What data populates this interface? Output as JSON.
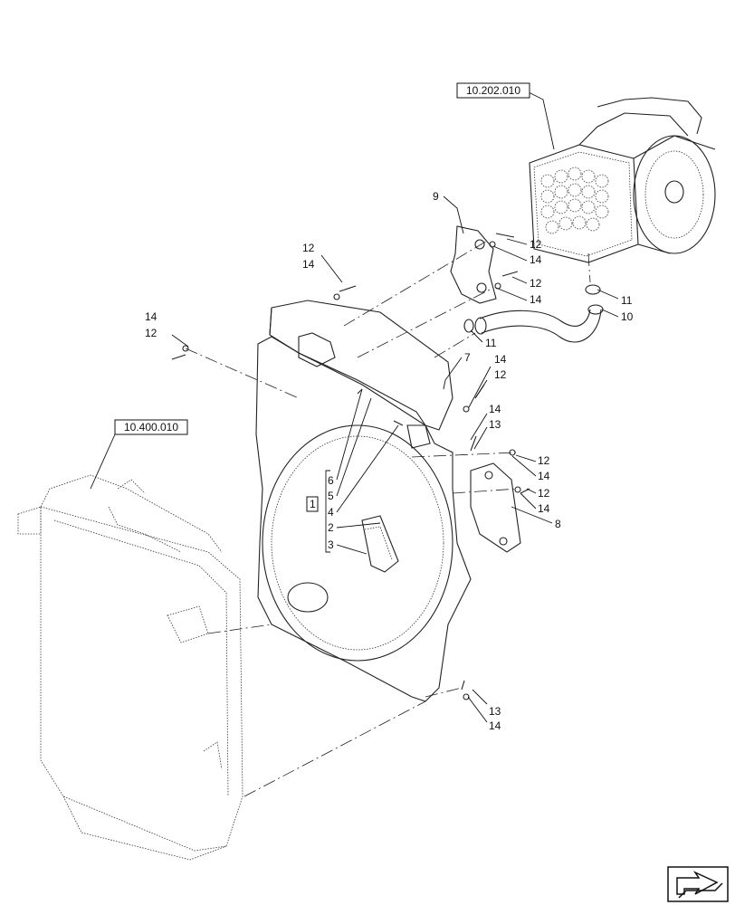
{
  "references": {
    "turbo_ref": "10.202.010",
    "radiator_ref": "10.400.010"
  },
  "callouts": {
    "c9": "9",
    "c12a": "12",
    "c14a": "14",
    "c12b": "12",
    "c14b": "14",
    "c11a": "11",
    "c10": "10",
    "c11b": "11",
    "c12c": "12",
    "c14c": "14",
    "c14d": "14",
    "c12d": "12",
    "c7": "7",
    "c14e": "14",
    "c12e": "12",
    "c14f": "14",
    "c13a": "13",
    "c12f": "12",
    "c14g": "14",
    "c12g": "12",
    "c14h": "14",
    "c8": "8",
    "c6": "6",
    "c5": "5",
    "c4": "4",
    "c2": "2",
    "c3": "3",
    "c1": "1",
    "c13b": "13",
    "c14i": "14"
  },
  "icons": {
    "nav": "arrow-icon"
  }
}
